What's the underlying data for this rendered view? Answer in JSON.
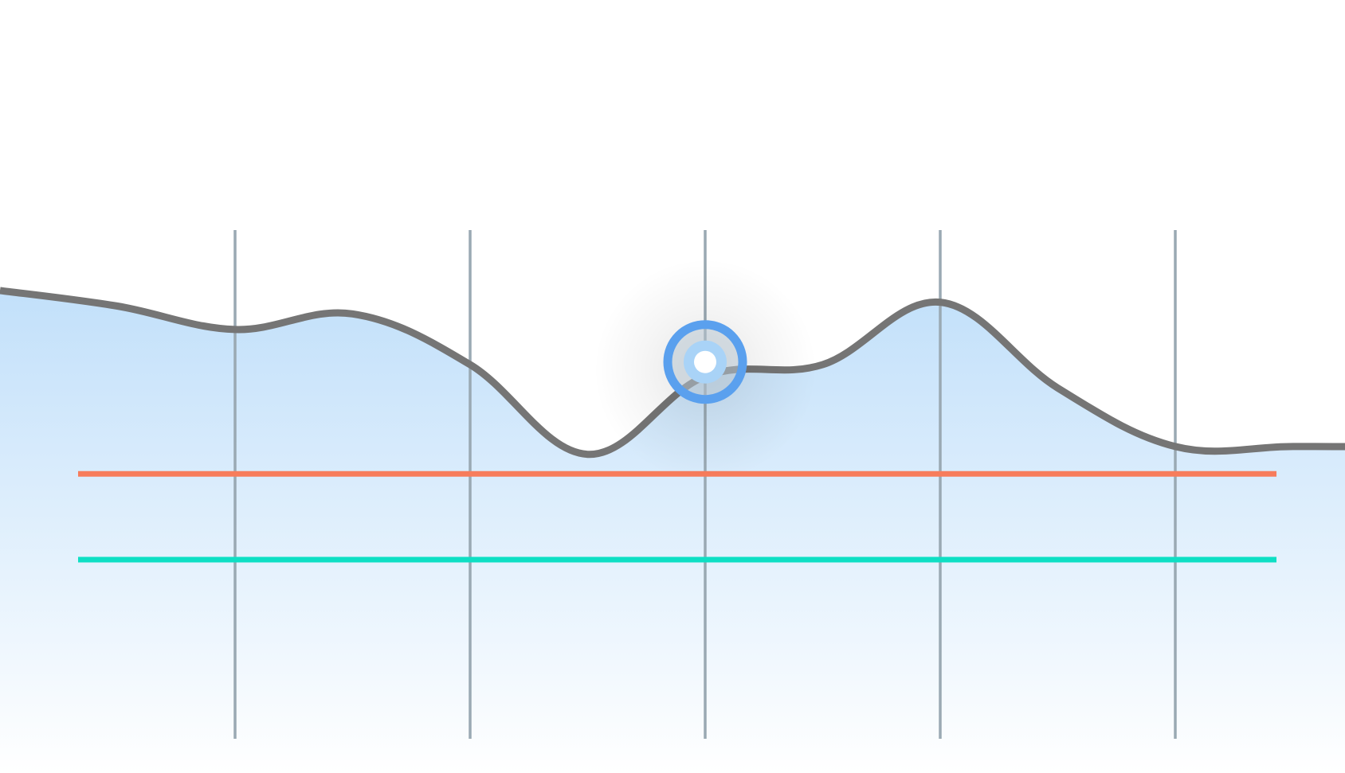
{
  "chart_data": {
    "type": "area",
    "title": "",
    "xlabel": "",
    "ylabel": "",
    "x": [
      0,
      0.5,
      1,
      1.5,
      2,
      2.5,
      3,
      3.5,
      4,
      4.5,
      5,
      5.5,
      6
    ],
    "series": [
      {
        "values": [
          69,
          65,
          59,
          63,
          50,
          27,
          47,
          50,
          66,
          44,
          29,
          29,
          29
        ],
        "color": "#757575",
        "fill": "#c2e0fa"
      }
    ],
    "reference_lines": [
      {
        "y": 22,
        "color": "#f77c5c"
      },
      {
        "y": 0,
        "color": "#0edfc4"
      }
    ],
    "vertical_gridlines": [
      1,
      2,
      3,
      4,
      5
    ],
    "highlight_point": {
      "x": 3,
      "y": 47,
      "ring_color": "#5aa0ee",
      "inner_color": "#a9d3f7",
      "center_color": "#ffffff"
    },
    "grid": true,
    "legend": "none"
  }
}
